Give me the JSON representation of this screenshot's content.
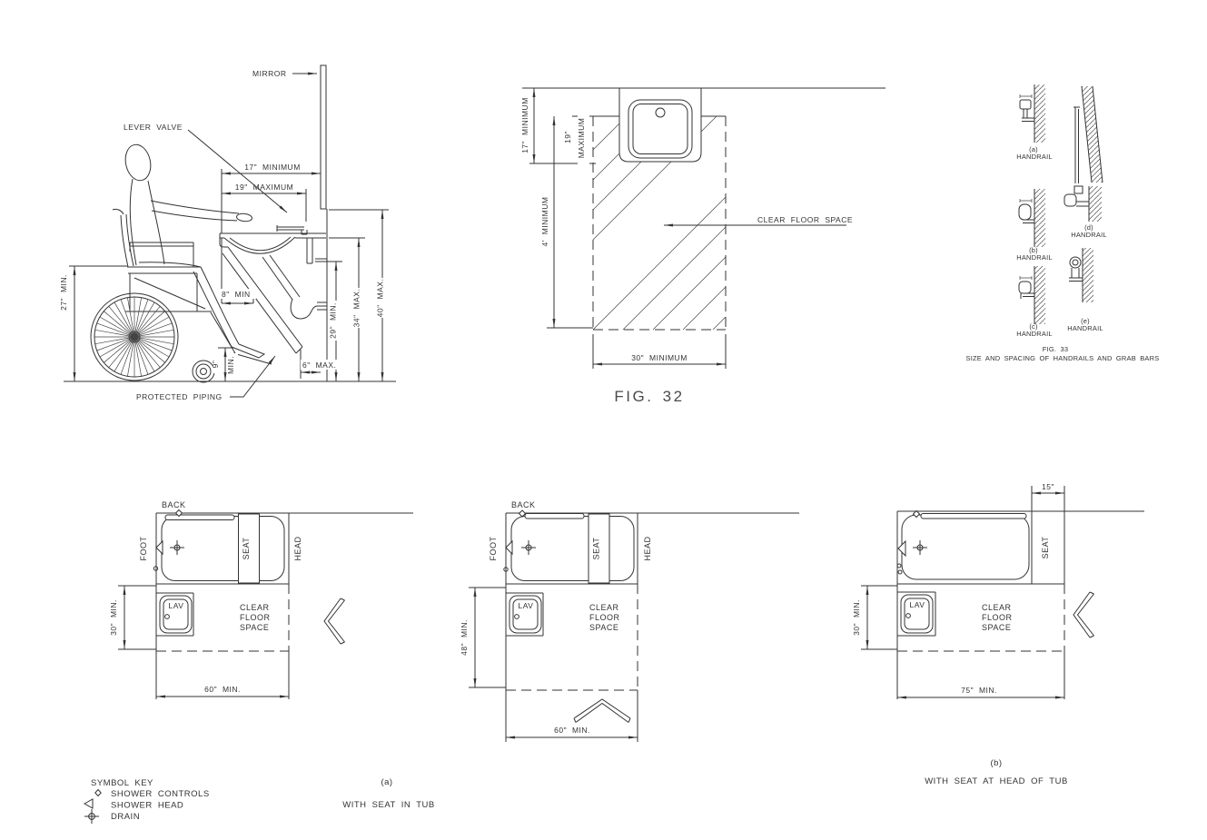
{
  "colors": {
    "line": "#333333",
    "text": "#333333",
    "background": "#ffffff"
  },
  "fig1": {
    "mirror": "MIRROR",
    "lever_valve": "LEVER VALVE",
    "protected_piping": "PROTECTED PIPING",
    "dim_17": "17\" MINIMUM",
    "dim_19": "19\" MAXIMUM",
    "dim_27": "27\" MIN.",
    "dim_8": "8\" MIN",
    "dim_29": "29\" MIN.",
    "dim_34": "34\" MAX.",
    "dim_40": "40\" MAX.",
    "dim_9_value": "9\"",
    "dim_9_suffix": "MIN.",
    "dim_6": "6\" MAX."
  },
  "fig32": {
    "caption": "FIG. 32",
    "clear_floor_space": "CLEAR FLOOR SPACE",
    "dim_17": "17\" MINIMUM",
    "dim_19_value": "19\"",
    "dim_19_suffix": "MAXIMUM",
    "dim_4ft": "4' MINIMUM",
    "dim_30": "30\" MINIMUM"
  },
  "fig33": {
    "caption_fig": "FIG. 33",
    "caption_title": "SIZE AND SPACING OF HANDRAILS AND GRAB BARS",
    "items": [
      {
        "tag": "(a)",
        "label": "HANDRAIL"
      },
      {
        "tag": "(b)",
        "label": "HANDRAIL"
      },
      {
        "tag": "(c)",
        "label": "HANDRAIL"
      },
      {
        "tag": "(d)",
        "label": "HANDRAIL"
      },
      {
        "tag": "(e)",
        "label": "HANDRAIL"
      }
    ]
  },
  "tubs": {
    "back": "BACK",
    "foot": "FOOT",
    "head": "HEAD",
    "seat": "SEAT",
    "lav": "LAV",
    "cfs1": "CLEAR",
    "cfs2": "FLOOR",
    "cfs3": "SPACE",
    "a1_depth": "30\" MIN.",
    "a1_width": "60\" MIN.",
    "a2_depth": "48\" MIN.",
    "a2_width": "60\" MIN.",
    "b_depth": "30\" MIN.",
    "b_width": "75\" MIN.",
    "b_seat_offset": "15\"",
    "caption_a_tag": "(a)",
    "caption_a": "WITH SEAT IN TUB",
    "caption_b_tag": "(b)",
    "caption_b": "WITH SEAT AT HEAD OF TUB"
  },
  "symbol_key": {
    "title": "SYMBOL KEY",
    "items": [
      {
        "icon": "shower-controls",
        "label": "SHOWER CONTROLS"
      },
      {
        "icon": "shower-head",
        "label": "SHOWER HEAD"
      },
      {
        "icon": "drain",
        "label": "DRAIN"
      }
    ]
  }
}
